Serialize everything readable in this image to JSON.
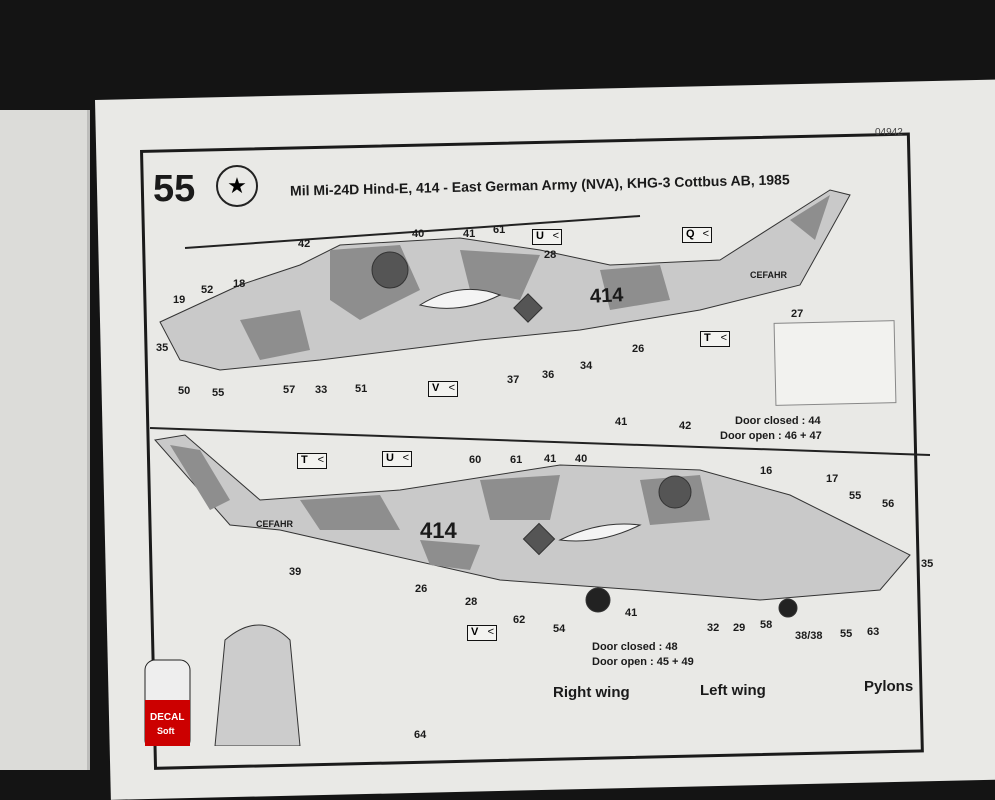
{
  "code": "04942",
  "profile_number": "55",
  "title": "Mil Mi-24D Hind-E, 414 - East German Army (NVA), KHG-3 Cottbus AB, 1985",
  "aircraft_marking": "414",
  "serial_text": "CEFAHR",
  "top_view": {
    "labels": [
      "42",
      "40",
      "41",
      "61",
      "28",
      "19",
      "52",
      "18",
      "35",
      "50",
      "55",
      "57",
      "33",
      "51",
      "37",
      "36",
      "34",
      "26",
      "27"
    ],
    "flags": [
      "U",
      "Q",
      "T",
      "V"
    ]
  },
  "bottom_view": {
    "labels": [
      "41",
      "42",
      "60",
      "61",
      "41",
      "40",
      "16",
      "17",
      "55",
      "56",
      "35",
      "39",
      "26",
      "28",
      "62",
      "54",
      "41",
      "32",
      "29",
      "58",
      "38/38",
      "55",
      "63"
    ],
    "flags": [
      "T",
      "U",
      "V"
    ],
    "door_notes_top": [
      "Door closed : 44",
      "Door open : 46 + 47"
    ],
    "door_notes_bottom": [
      "Door closed : 48",
      "Door open : 45 + 49"
    ]
  },
  "sections": [
    "Right wing",
    "Left wing",
    "Pylons"
  ],
  "part_label": "64",
  "decal_bottle": {
    "line1": "DECAL",
    "line2": "Soft"
  }
}
